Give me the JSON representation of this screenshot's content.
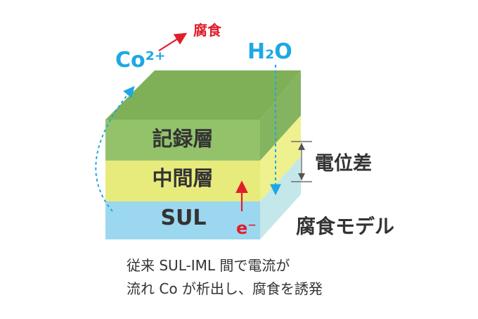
{
  "diagram": {
    "labels": {
      "corrosion_top": "腐食",
      "co2plus": "Co²⁺",
      "h2o": "H₂O",
      "recording_layer": "記録層",
      "intermediate_layer": "中間層",
      "sul": "SUL",
      "electron": "e⁻",
      "potential_difference": "電位差",
      "corrosion_model": "腐食モデル"
    },
    "caption": {
      "line1": "従来 SUL-IML 間で電流が",
      "line2": "流れ Co が析出し、腐食を誘発"
    },
    "colors": {
      "recording_layer_front": "#93C26B",
      "recording_layer_side": "#84B45F",
      "recording_layer_top": "#7FB058",
      "intermediate_layer_front": "#E7EB7C",
      "intermediate_layer_side": "#EEF18E",
      "sul_front": "#9CD7F0",
      "sul_side": "#C4E7EA",
      "cyan_text": "#1DA8E3",
      "red_text": "#E11D2B",
      "body_text": "#333333"
    }
  }
}
